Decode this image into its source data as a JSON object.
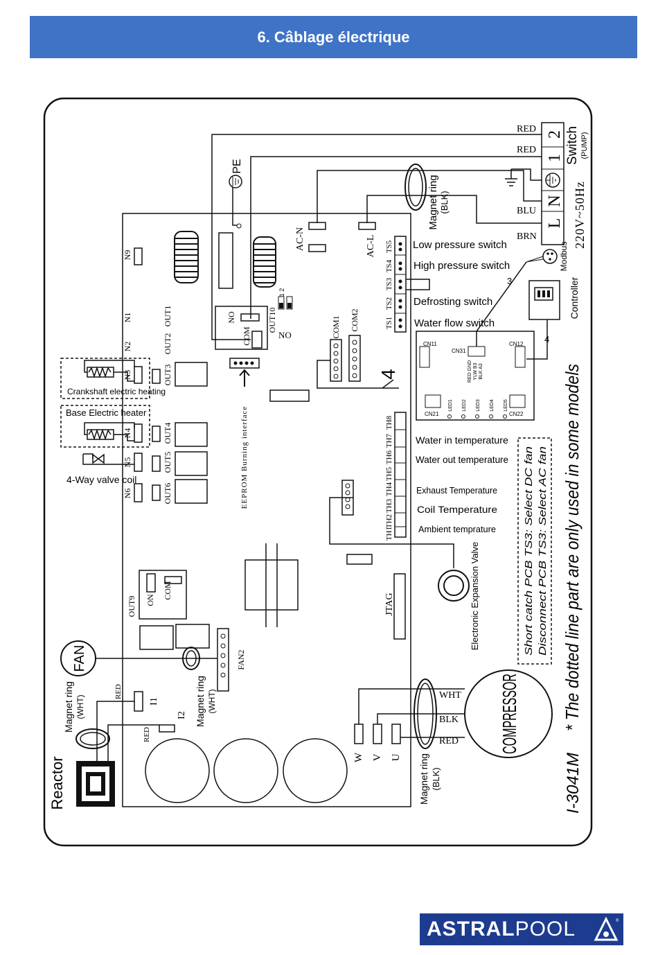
{
  "header": {
    "title": "6. Câblage électrique"
  },
  "footer": {
    "logo_bold": "ASTRAL",
    "logo_light": "POOL",
    "logo_reg": "®"
  },
  "diagram": {
    "model": "I-3041M",
    "dotted_note": "* The dotted line part are only used in some models",
    "fan_note_1": "Short catch PCB  TS3: Select DC fan",
    "fan_note_2": "Disconnect PCB TS3: Select  AC fan",
    "power": {
      "switch": "Switch",
      "pump": "(PUMP)",
      "voltage": "220V~50Hz",
      "t2": "2",
      "t1": "1",
      "tl": "L",
      "tn": "N",
      "red1": "RED",
      "red2": "RED",
      "blu": "BLU",
      "brn": "BRN"
    },
    "pe": "PE",
    "magnet_blk_top": {
      "l1": "Magnet ring",
      "l2": "(BLK)"
    },
    "magnet_blk_bottom": {
      "l1": "Magnet ring",
      "l2": "(BLK)"
    },
    "magnet_wht_fan": {
      "l1": "Magnet ring",
      "l2": "(WHT)"
    },
    "magnet_wht_reactor": {
      "l1": "Magnet ring",
      "l2": "(WHT)"
    },
    "acn": "AC-N",
    "acl": "AC-L",
    "switches": [
      "Low pressure switch",
      "High pressure switch",
      "Defrosting switch",
      "Water flow switch"
    ],
    "ts": [
      "TS5",
      "TS4",
      "TS3",
      "TS2",
      "TS1"
    ],
    "temps": [
      "Water in temperature",
      "Water out temperature",
      "Exhaust Temperature",
      "Coil Temperature",
      "Ambient temprature"
    ],
    "th": [
      "TH8",
      "TH7",
      "TH6",
      "TH5",
      "TH4",
      "TH3",
      "TH2",
      "TH1"
    ],
    "n_labels": [
      "N9",
      "N1",
      "N2",
      "N3",
      "N4",
      "N5",
      "N6"
    ],
    "out_labels": [
      "OUT1",
      "OUT2",
      "OUT3",
      "OUT4",
      "OUT5",
      "OUT6"
    ],
    "out10": "OUT10",
    "no": "NO",
    "com": "COM",
    "out9": "OUT9",
    "on": "ON",
    "com9": "COM",
    "com1": "COM1",
    "com2": "COM2",
    "eeprom": "EEPROM Burning interface",
    "jtag": "JTAG",
    "fan2": "FAN2",
    "crank": "Crankshaft electric heating",
    "base": "Base Electric heater",
    "fourway": "4-Way valve coil",
    "fan": "FAN",
    "reactor": "Reactor",
    "eev": "Electronic Expansion Valve",
    "compressor": "COMPRESSOR",
    "wht": "WHT",
    "blk": "BLK",
    "red": "RED",
    "w": "W",
    "v": "V",
    "u": "U",
    "i1": "I1",
    "i2": "I2",
    "red_i1": "RED",
    "red_i2": "RED",
    "modbus": "Modbus",
    "controller": "Controller",
    "wire3": "3",
    "wire4": "4",
    "big4": "4",
    "cn11": "CN11",
    "cn31": "CN31",
    "cn12": "CN12",
    "cn21": "CN21",
    "cn22": "CN22",
    "leds": [
      "LED1",
      "LED2",
      "LED3",
      "LED4",
      "LED5"
    ],
    "cn31_pins": [
      "RED GND",
      "YLW B3",
      "BLK A3"
    ],
    "sw12": "1 2"
  }
}
